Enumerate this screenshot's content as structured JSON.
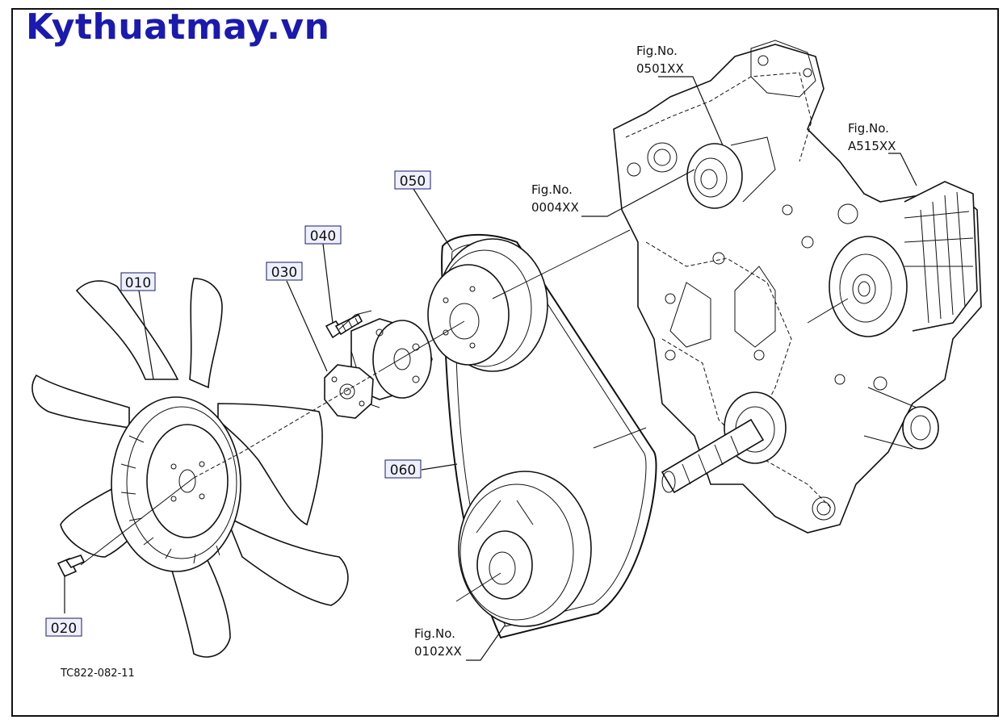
{
  "watermark": {
    "text": "Kythuatmay.vn",
    "color": "#1a1ab0"
  },
  "part_labels": {
    "p010": "010",
    "p020": "020",
    "p030": "030",
    "p040": "040",
    "p050": "050",
    "p060": "060"
  },
  "figure_refs": {
    "f0501": {
      "title": "Fig.No.",
      "code": "0501XX"
    },
    "f0004": {
      "title": "Fig.No.",
      "code": "0004XX"
    },
    "fA515": {
      "title": "Fig.No.",
      "code": "A515XX"
    },
    "f0102": {
      "title": "Fig.No.",
      "code": "0102XX"
    }
  },
  "drawing_code": "TC822-082-11",
  "colors": {
    "label_box_fill": "#eef0ff",
    "label_box_border": "#1a1a66",
    "line": "#111111"
  }
}
